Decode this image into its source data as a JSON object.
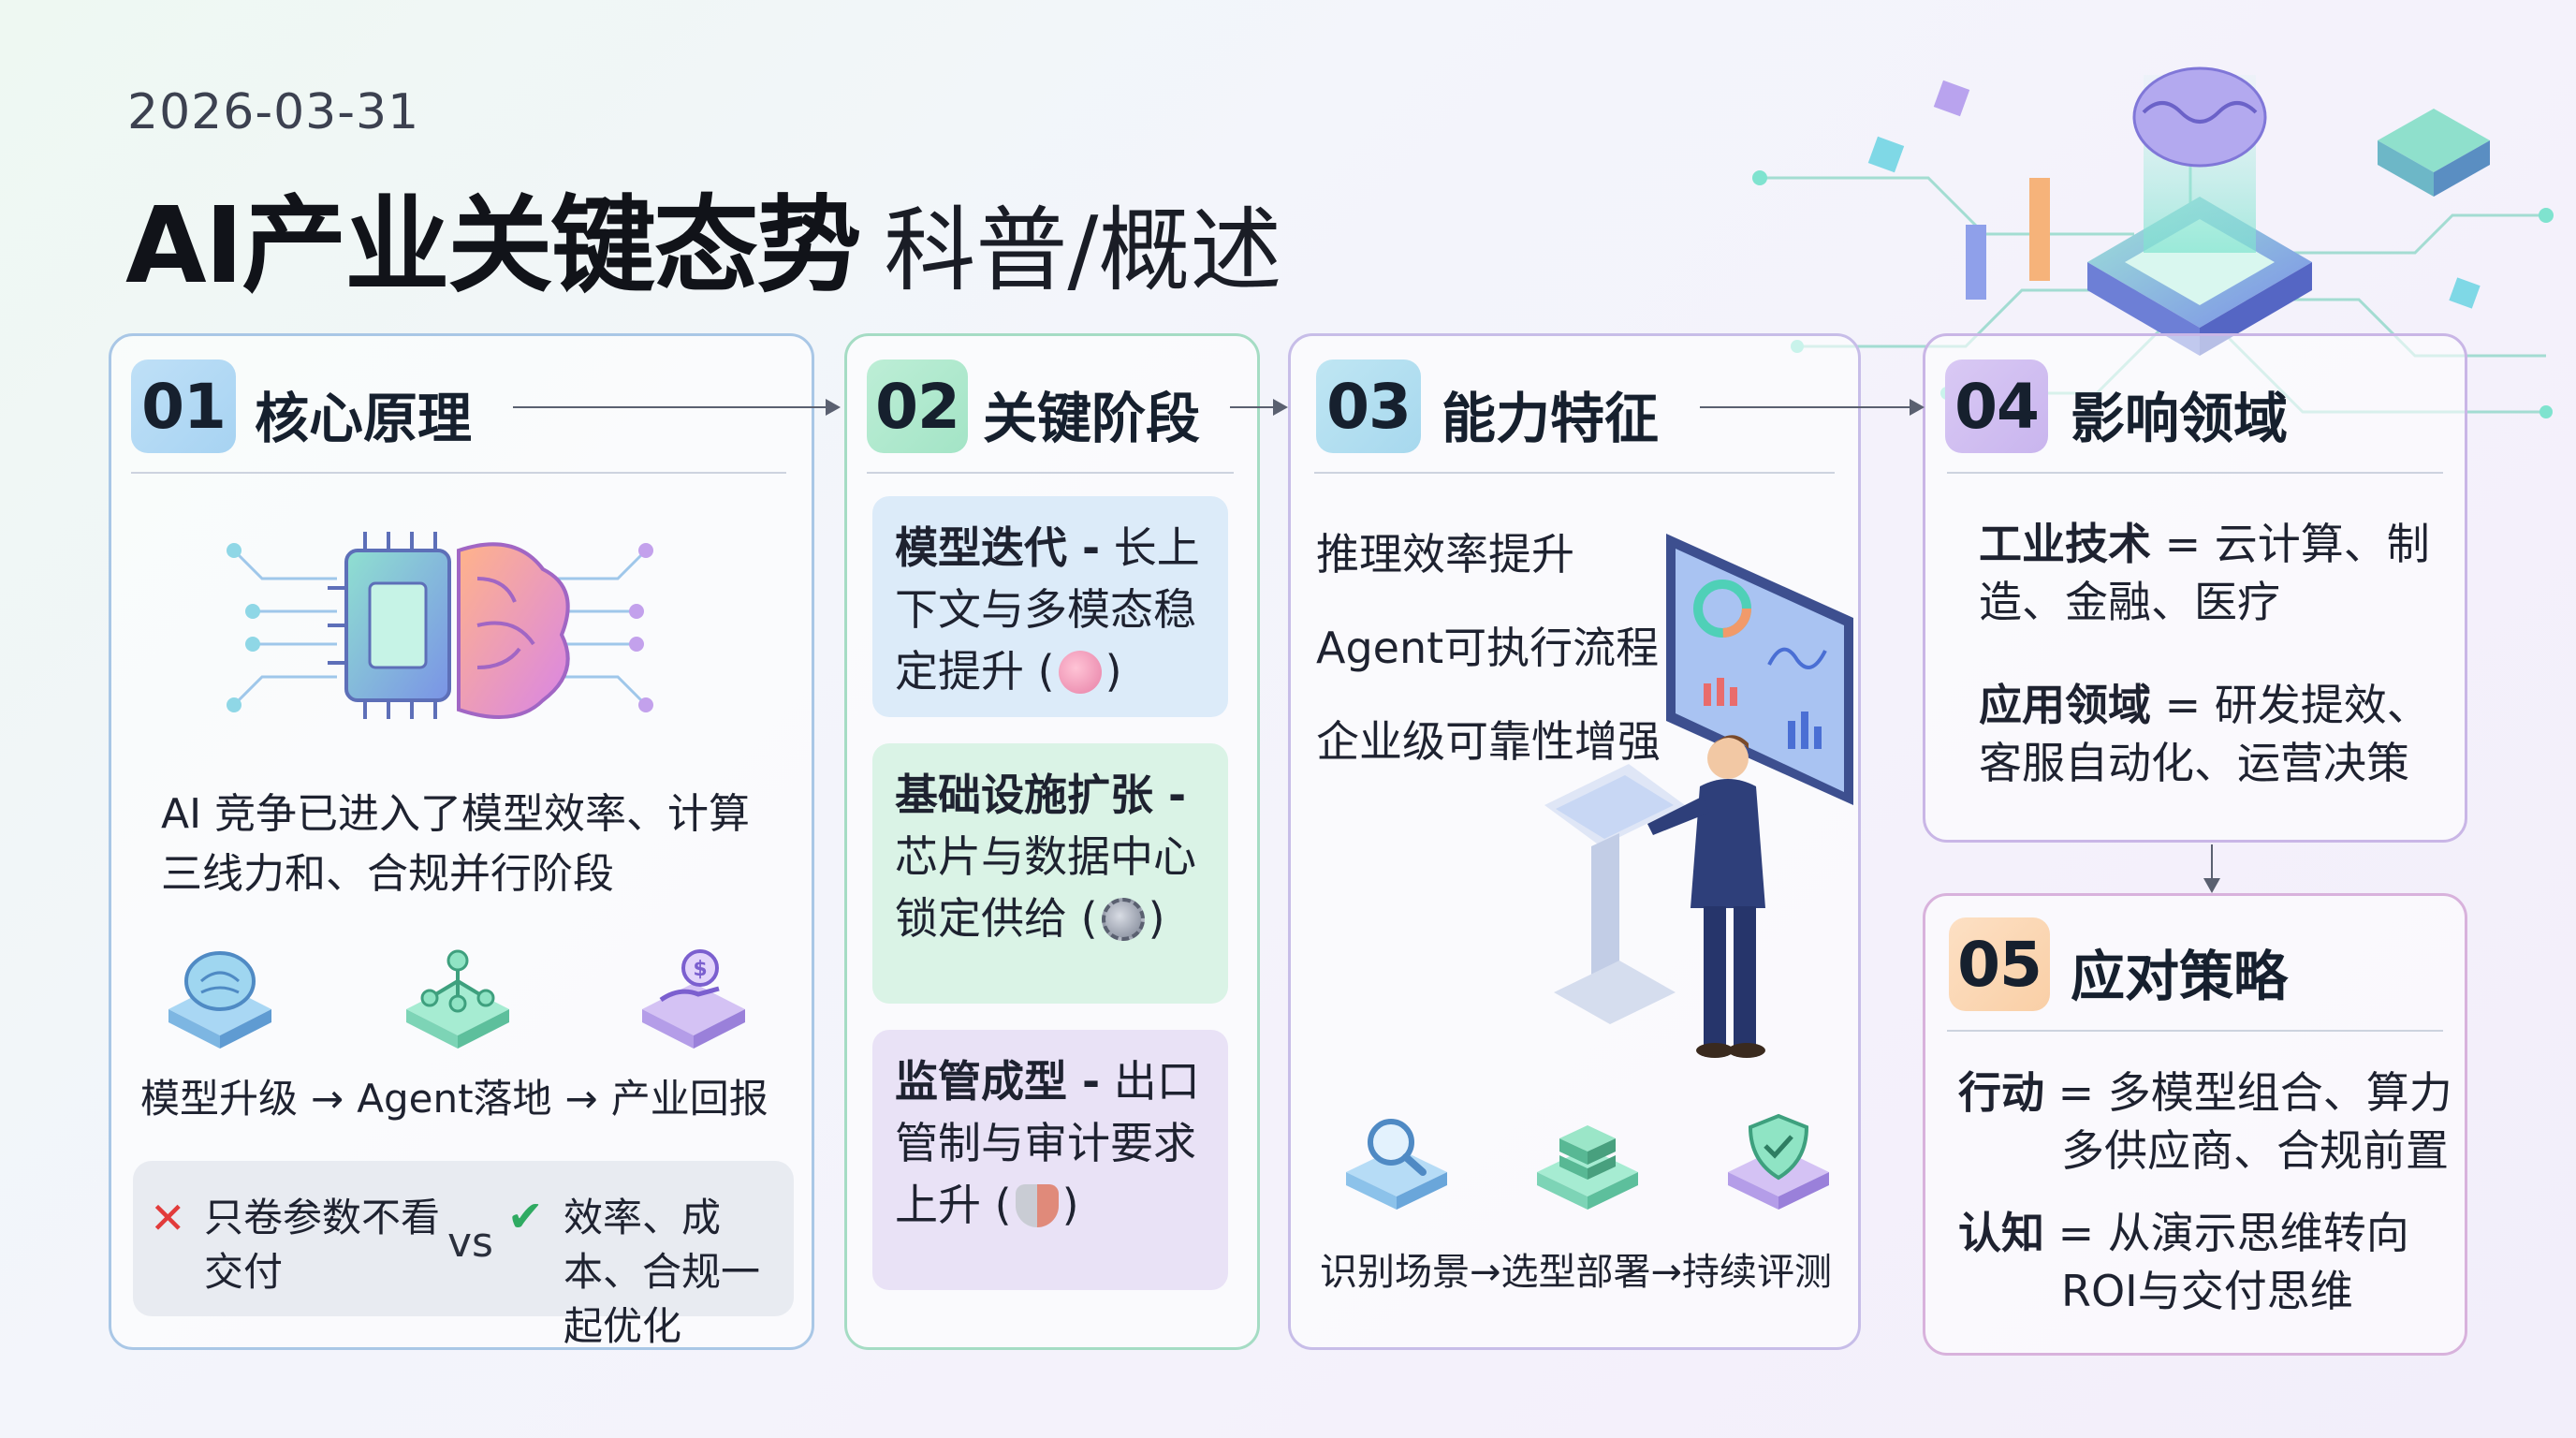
{
  "header": {
    "date": "2026-03-31",
    "title_main": "AI产业关键态势",
    "title_sub": "科普/概述"
  },
  "sections": {
    "s1": {
      "num": "01",
      "title": "核心原理",
      "description": "AI 竞争已进入了模型效率、计算三线力和、合规并行阶段",
      "flow": [
        "模型升级",
        "Agent落地",
        "产业回报"
      ],
      "flow_arrow": "→",
      "bad_mark": "✕",
      "bad_text": "只卷参数不看交付",
      "vs": "vs",
      "good_mark": "✔",
      "good_text": "效率、成本、合规一起优化"
    },
    "s2": {
      "num": "02",
      "title": "关键阶段",
      "cards": [
        {
          "head": "模型迭代 -",
          "body": "长上下文与多模态稳定提升",
          "open": "(",
          "close": ")"
        },
        {
          "head": "基础设施扩张 -",
          "body": "芯片与数据中心锁定供给",
          "open": "(",
          "close": ")"
        },
        {
          "head": "监管成型 -",
          "body": "出口管制与审计要求上升",
          "open": "(",
          "close": ")"
        }
      ]
    },
    "s3": {
      "num": "03",
      "title": "能力特征",
      "capabilities": [
        "推理效率提升",
        "Agent可执行流程",
        "企业级可靠性增强"
      ],
      "flow": "识别场景→选型部署→持续评测"
    },
    "s4": {
      "num": "04",
      "title": "影响领域",
      "lines": [
        {
          "label": "工业技术",
          "eq": " = ",
          "value": "云计算、制造、金融、医疗"
        },
        {
          "label": "应用领域",
          "eq": " = ",
          "value": "研发提效、客服自动化、运营决策"
        }
      ]
    },
    "s5": {
      "num": "05",
      "title": "应对策略",
      "lines": [
        {
          "label": "行动",
          "eq": " = ",
          "value1": "多模型组合、算力",
          "value2": "多供应商、合规前置"
        },
        {
          "label": "认知",
          "eq": " = ",
          "value1": "从演示思维转向",
          "value2": "ROI与交付思维"
        }
      ]
    }
  },
  "colors": {
    "panel1_border": "#a9c7e6",
    "panel2_border": "#a5dcc4",
    "panel3_border": "#c7bde8",
    "panel4_border": "#c9b6e6",
    "panel5_border": "#d8b2dc",
    "cross": "#e23b3b",
    "check": "#2faa62"
  },
  "icons": [
    "chip-brain-icon",
    "brain-icon",
    "agent-network-icon",
    "money-hand-icon",
    "dashboard-icon",
    "businessman-icon",
    "magnifier-icon",
    "server-stack-icon",
    "shield-check-icon",
    "ai-chip-hero-icon"
  ]
}
